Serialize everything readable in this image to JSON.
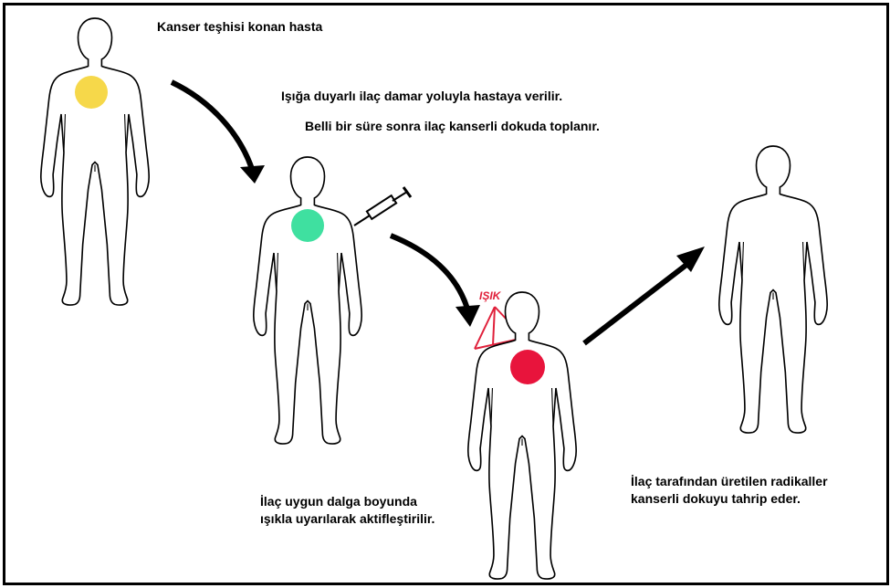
{
  "diagram": {
    "step1_caption": "Kanser teşhisi konan hasta",
    "step2_caption_line1": "Işığa duyarlı ilaç damar yoluyla hastaya verilir.",
    "step2_caption_line2": "Belli bir süre sonra ilaç kanserli dokuda toplanır.",
    "step3_caption": [
      "İlaç uygun dalga boyunda",
      "ışıkla uyarılarak aktifleştirilir."
    ],
    "step4_caption": [
      "İlaç tarafından üretilen radikaller",
      "kanserli dokuyu tahrip eder."
    ],
    "light_label": "IŞIK",
    "colors": {
      "tumor_initial": "#f6d84a",
      "tumor_drug": "#3fe0a0",
      "tumor_activated": "#e8143c",
      "light_rays": "#e0213b",
      "outline": "#000000"
    }
  }
}
